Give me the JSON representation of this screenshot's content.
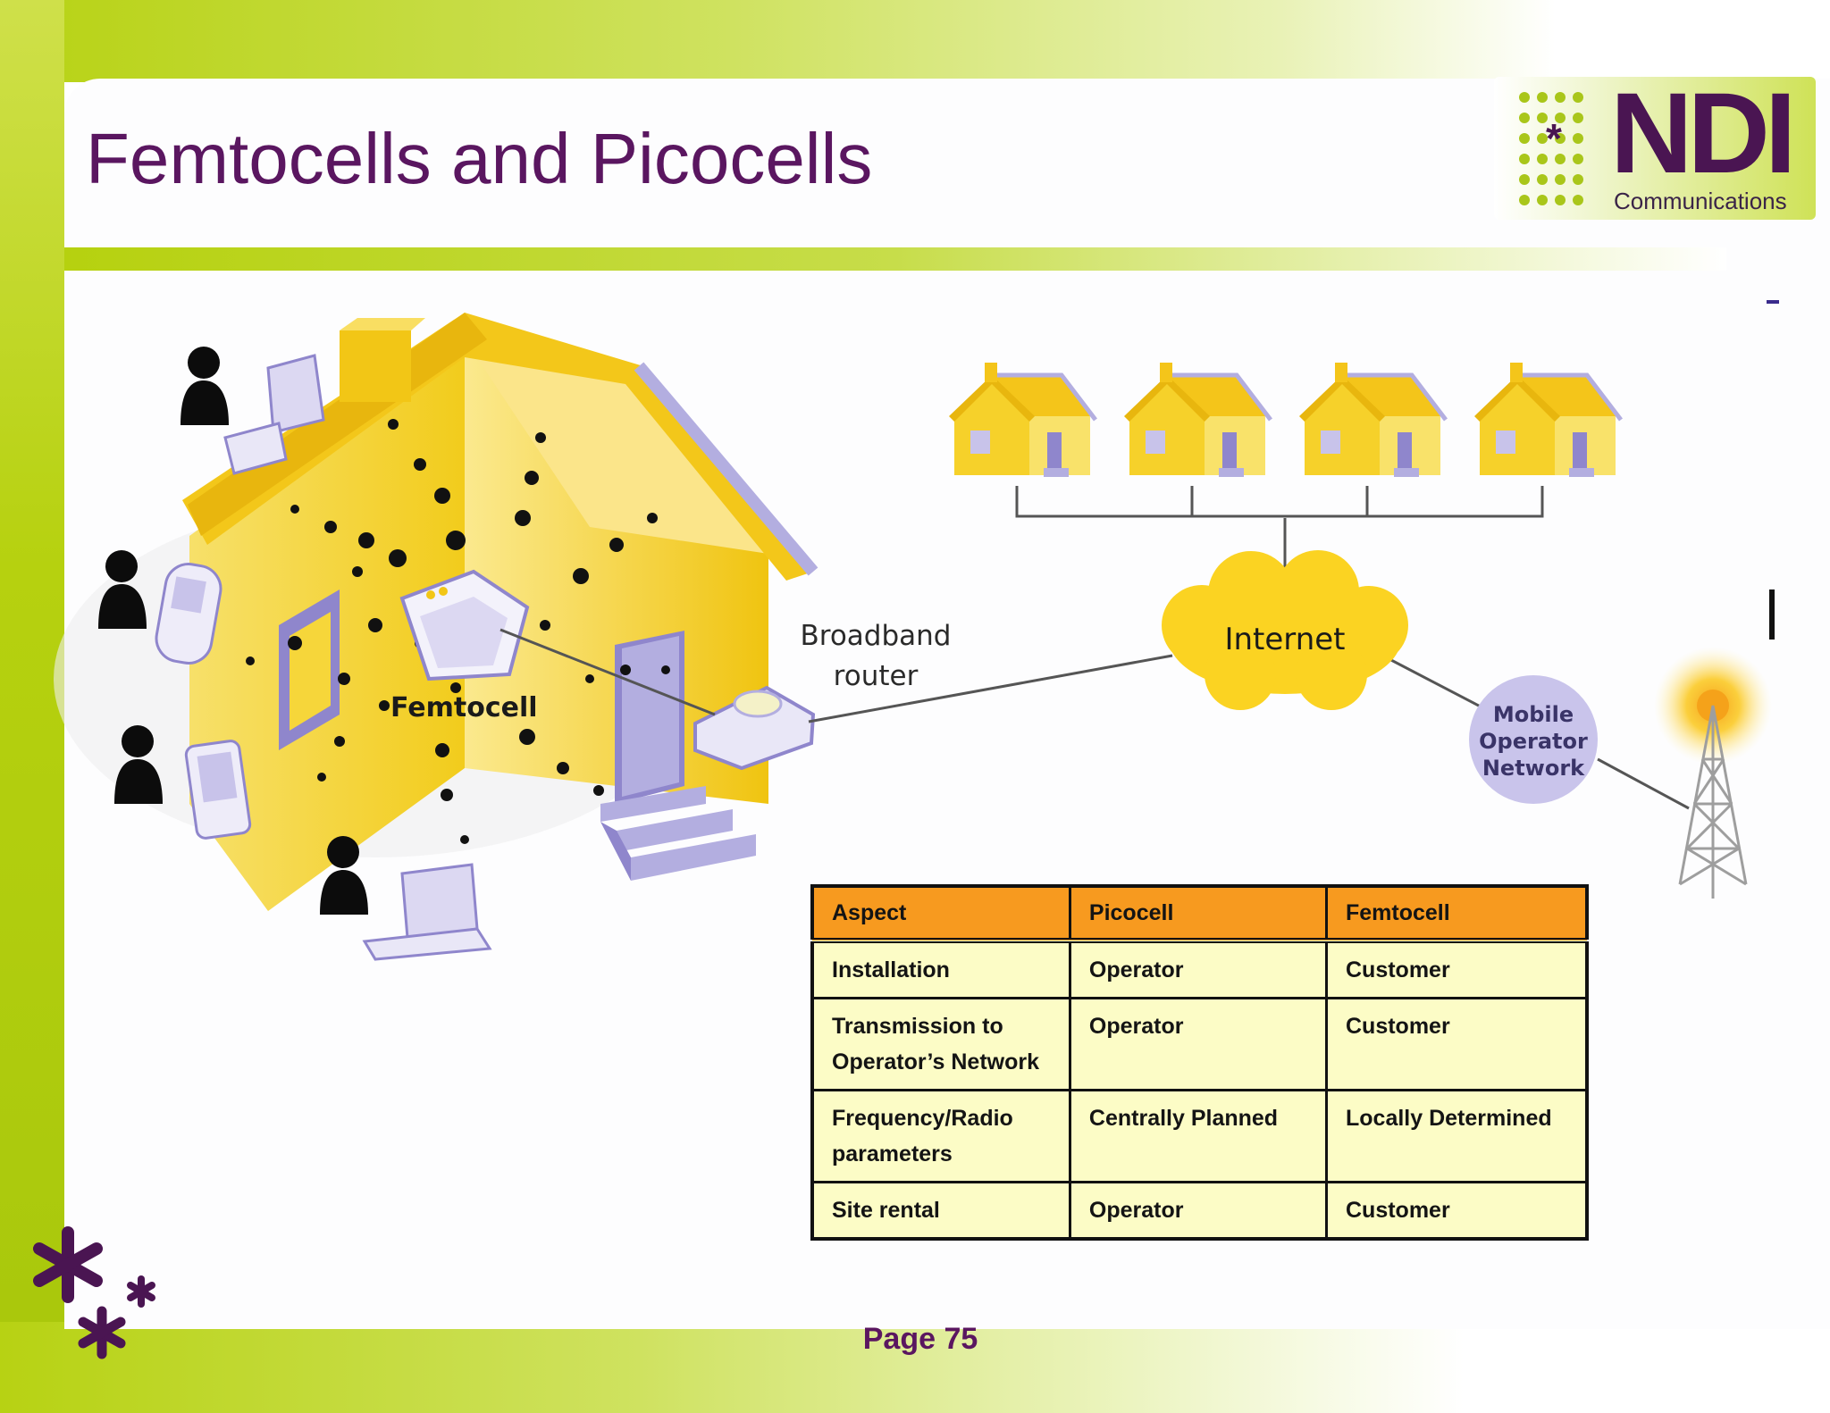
{
  "slide": {
    "title": "Femtocells and Picocells",
    "page_label": "Page 75"
  },
  "logo": {
    "brand": "NDI",
    "subtitle": "Communications",
    "mark": "*"
  },
  "diagram": {
    "femtocell_label": "Femtocell",
    "router_label_line1": "Broadband",
    "router_label_line2": "router",
    "internet_label": "Internet",
    "operator_line1": "Mobile",
    "operator_line2": "Operator",
    "operator_line3": "Network",
    "colors": {
      "house": "#f4cf1f",
      "house_shade": "#e6b810",
      "accent_lavender": "#b3aee0",
      "cloud": "#fbd322"
    }
  },
  "table": {
    "headers": [
      "Aspect",
      "Picocell",
      "Femtocell"
    ],
    "rows": [
      [
        "Installation",
        "Operator",
        "Customer"
      ],
      [
        "Transmission to Operator’s Network",
        "Operator",
        "Customer"
      ],
      [
        "Frequency/Radio parameters",
        "Centrally Planned",
        "Locally Determined"
      ],
      [
        "Site rental",
        "Operator",
        "Customer"
      ]
    ],
    "colors": {
      "header": "#f79a1f",
      "cell": "#fcfcc6"
    }
  },
  "theme": {
    "title_color": "#5a1660",
    "frame_green": "#b6d10f"
  }
}
